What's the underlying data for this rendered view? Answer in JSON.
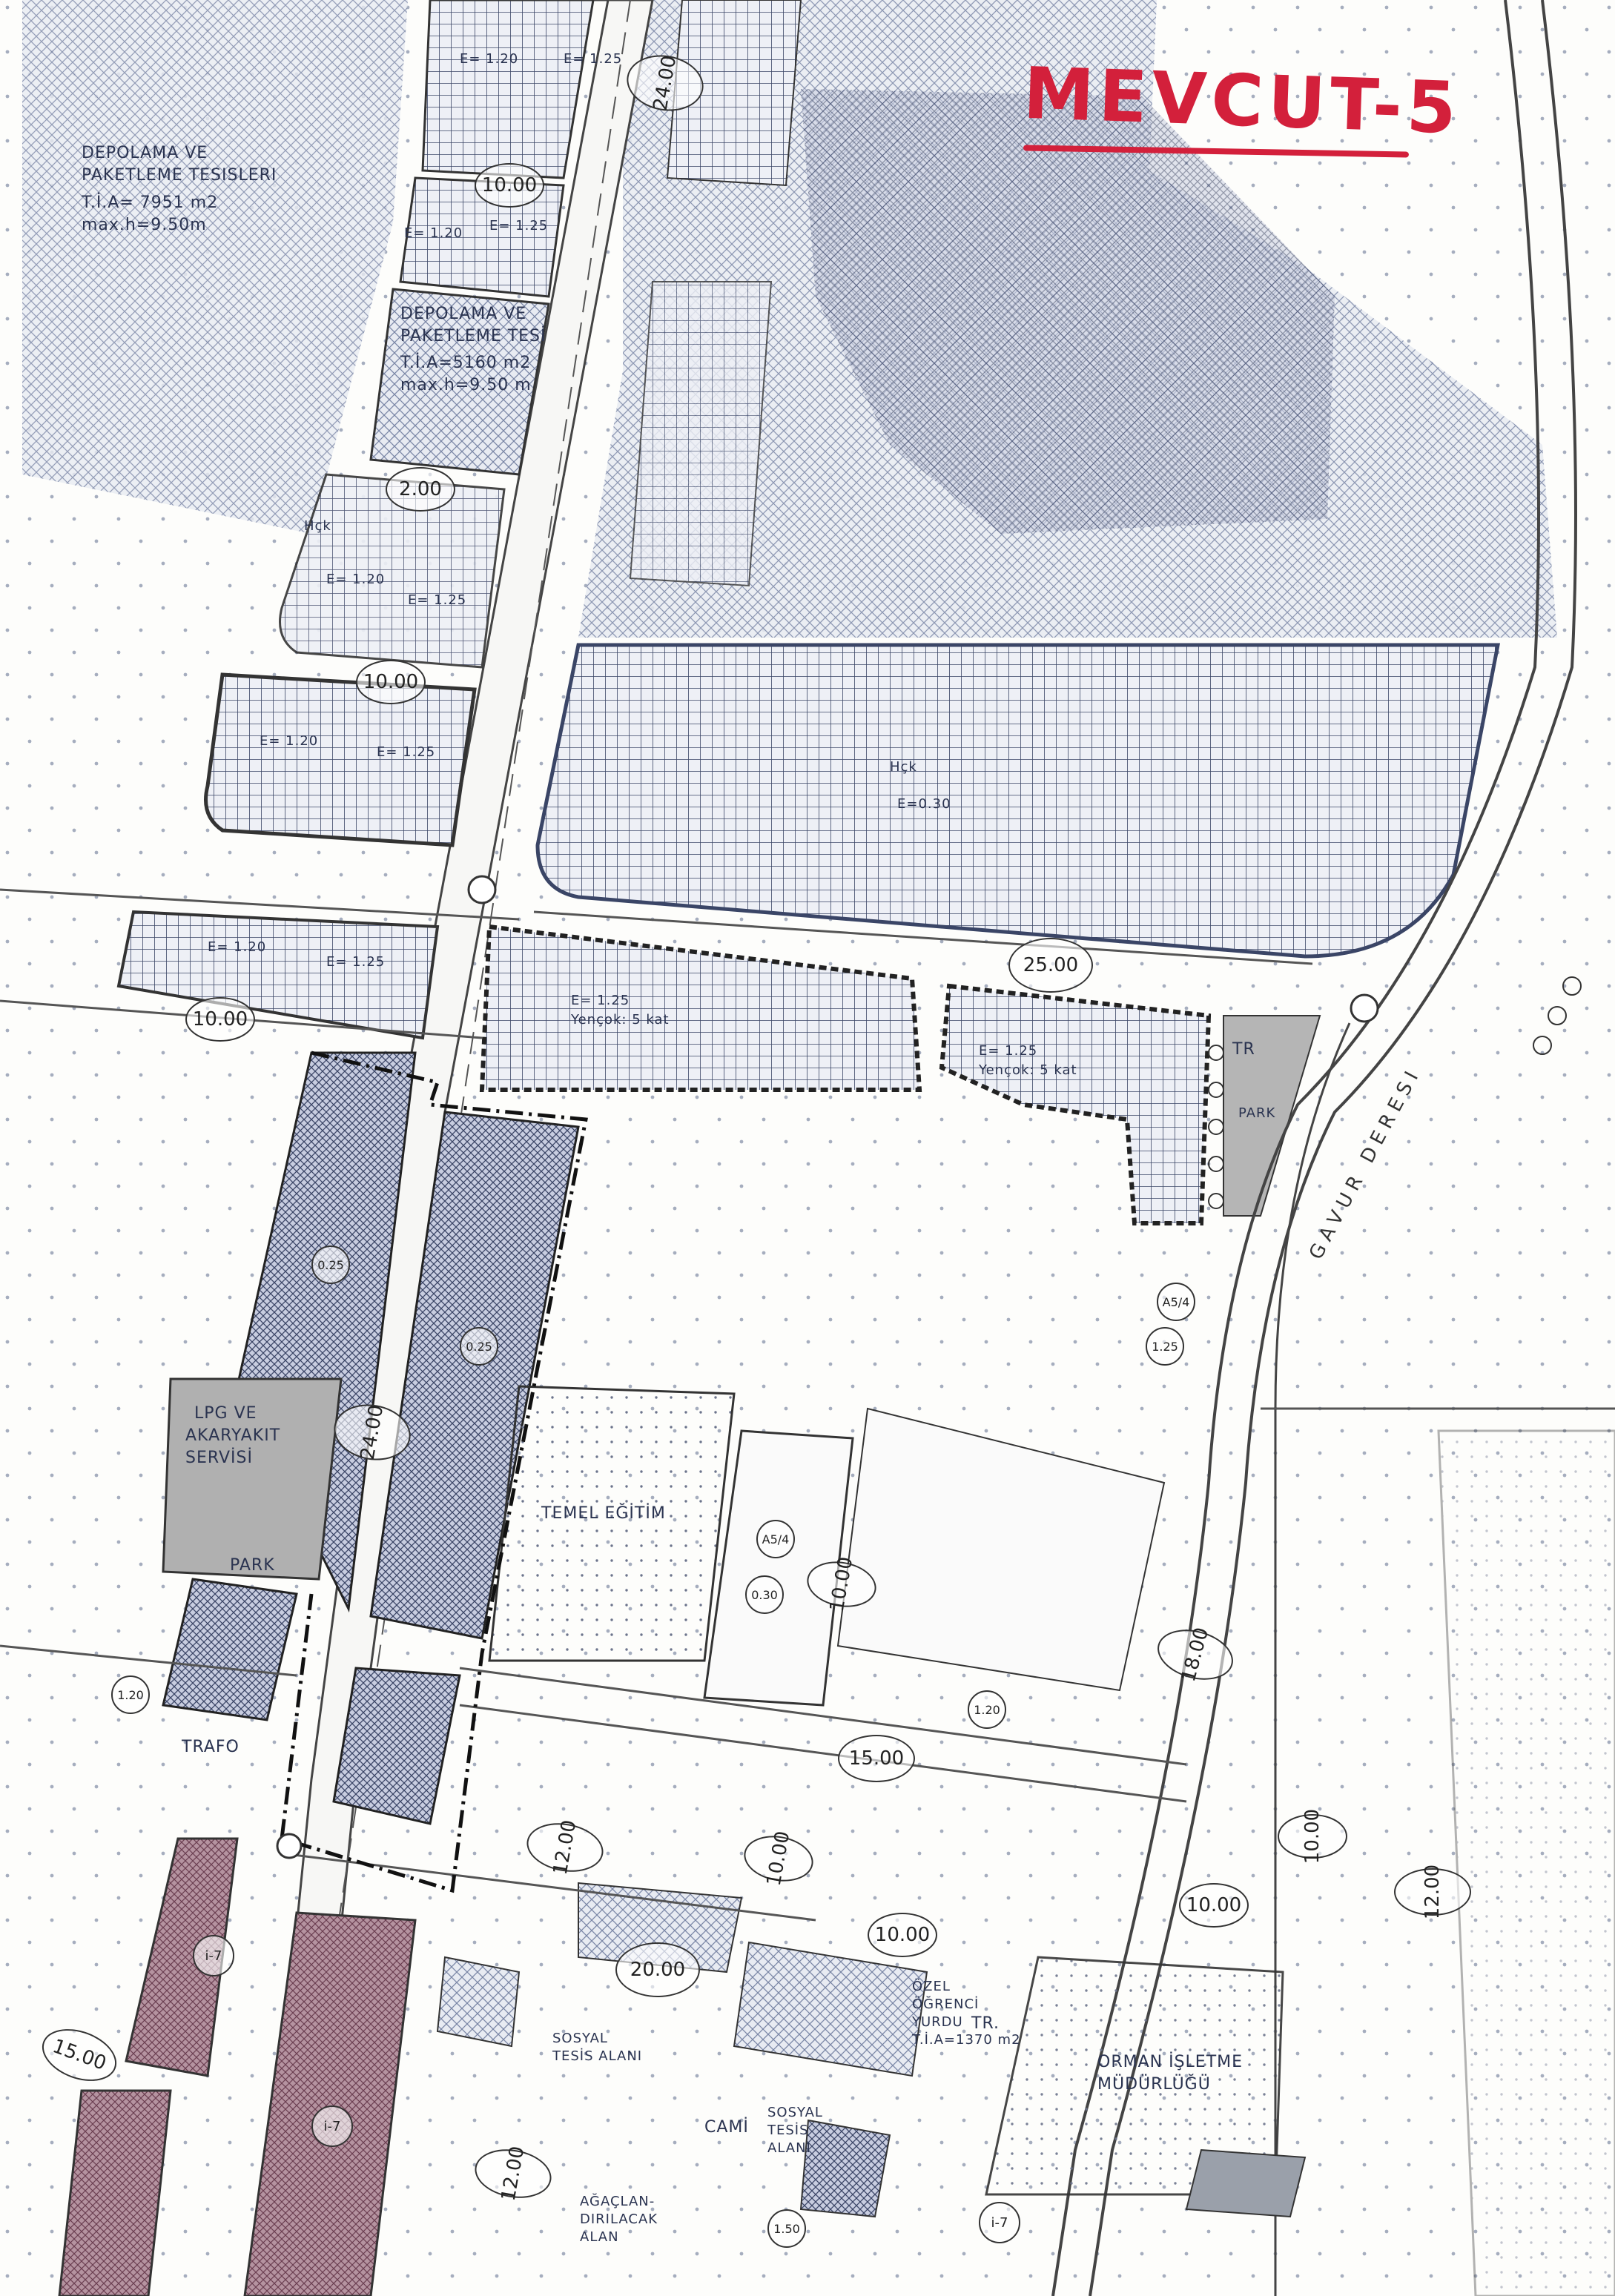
{
  "stamp": {
    "text": "MEVCUT-5"
  },
  "zones": {
    "depolama_1": {
      "line1": "DEPOLAMA VE",
      "line2": "PAKETLEME TESISLERI",
      "line3": "T.İ.A= 7951 m2",
      "line4": "max.h=9.50m"
    },
    "depolama_2": {
      "line1": "DEPOLAMA VE",
      "line2": "PAKETLEME TESİ",
      "line3": "T.İ.A=5160 m2",
      "line4": "max.h=9.50 m"
    },
    "lpg": {
      "line1": "LPG VE",
      "line2": "AKARYAKIT",
      "line3": "SERVİSİ"
    },
    "temel_egitim": "TEMEL EĞİTİM",
    "sosyal_tesis": {
      "line1": "SOSYAL",
      "line2": "TESİS ALANI"
    },
    "cami": "CAMİ",
    "sosyal_alan": {
      "line1": "SOSYAL",
      "line2": "TESİS",
      "line3": "ALANI"
    },
    "agaclandirilacak": {
      "line1": "AĞAÇLAN-",
      "line2": "DIRILACAK",
      "line3": "ALAN"
    },
    "orman": {
      "line1": "ORMAN İŞLETME",
      "line2": "MÜDÜRLÜĞÜ"
    },
    "ogrenci_yurdu": {
      "line1": "ÖZEL",
      "line2": "ÖĞRENCİ",
      "line3": "YURDU",
      "line4": "T.İ.A=1370 m2"
    },
    "park_1": "PARK",
    "park_2": "PARK",
    "trafo": "TRAFO",
    "tr_1": "TR",
    "tr_2": "TR.",
    "gavur_deresi": "GAVUR DERESI"
  },
  "density": {
    "e120": "E= 1.20",
    "e125": "E= 1.25",
    "e030": "E=0.30",
    "yencok": "Yençok: 5 kat",
    "hcm": "Hçk"
  },
  "road_widths": {
    "w24": "24.00",
    "w25": "25.00",
    "w20": "20.00",
    "w18": "18.00",
    "w15": "15.00",
    "w12": "12.00",
    "w10": "10.00",
    "w2": "2.00"
  },
  "ratio": {
    "a": "0.25",
    "b": "1.25",
    "c": "0.30",
    "d": "1.20",
    "e": "1.50"
  },
  "apartment": "A5/4",
  "industrial": "i-7",
  "colors": {
    "stamp": "#d3203b",
    "hatch": "#3a4566",
    "hatch_light": "#8b96b2",
    "pink": "#a0677a",
    "road": "#444"
  }
}
